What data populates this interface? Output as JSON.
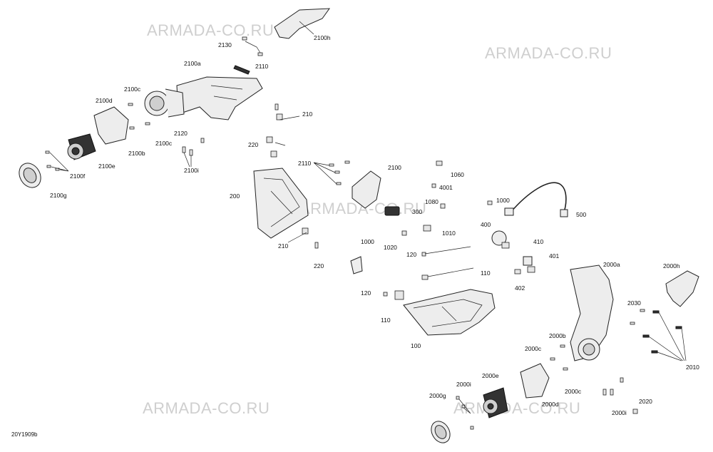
{
  "watermark": {
    "text": "ARMADA-CO.RU",
    "color": "#cfcfcf"
  },
  "diagram_ref": "20Y1909b",
  "labels": {
    "l2100h_top": "2100h",
    "l2130": "2130",
    "l2110_top": "2110",
    "l2100a": "2100a",
    "l2100c_1": "2100c",
    "l2100d": "2100d",
    "l2100c_2": "2100c",
    "l2100b": "2100b",
    "l2120": "2120",
    "l2100i": "2100i",
    "l2100e": "2100e",
    "l2100f": "2100f",
    "l2100g": "2100g",
    "l210_top": "210",
    "l220_top": "220",
    "l2110_mid": "2110",
    "l2100": "2100",
    "l1060": "1060",
    "l4001": "4001",
    "l200": "200",
    "l1080": "1080",
    "l300": "300",
    "l1000": "1000",
    "l500": "500",
    "l1010": "1010",
    "l400": "400",
    "l210_bot": "210",
    "l1000b": "1000",
    "l1020": "1020",
    "l220_bot": "220",
    "l120_a": "120",
    "l410": "410",
    "l401": "401",
    "l110_a": "110",
    "l402": "402",
    "l120_b": "120",
    "l110_b": "110",
    "l100": "100",
    "l2000a": "2000a",
    "l2000h": "2000h",
    "l2030": "2030",
    "l2000b": "2000b",
    "l2000c_1": "2000c",
    "l2010": "2010",
    "l2000e": "2000e",
    "l2000i_1": "2000i",
    "l2000c_2": "2000c",
    "l2000g": "2000g",
    "l2000d": "2000d",
    "l2000i_2": "2000i",
    "l2020": "2020"
  }
}
